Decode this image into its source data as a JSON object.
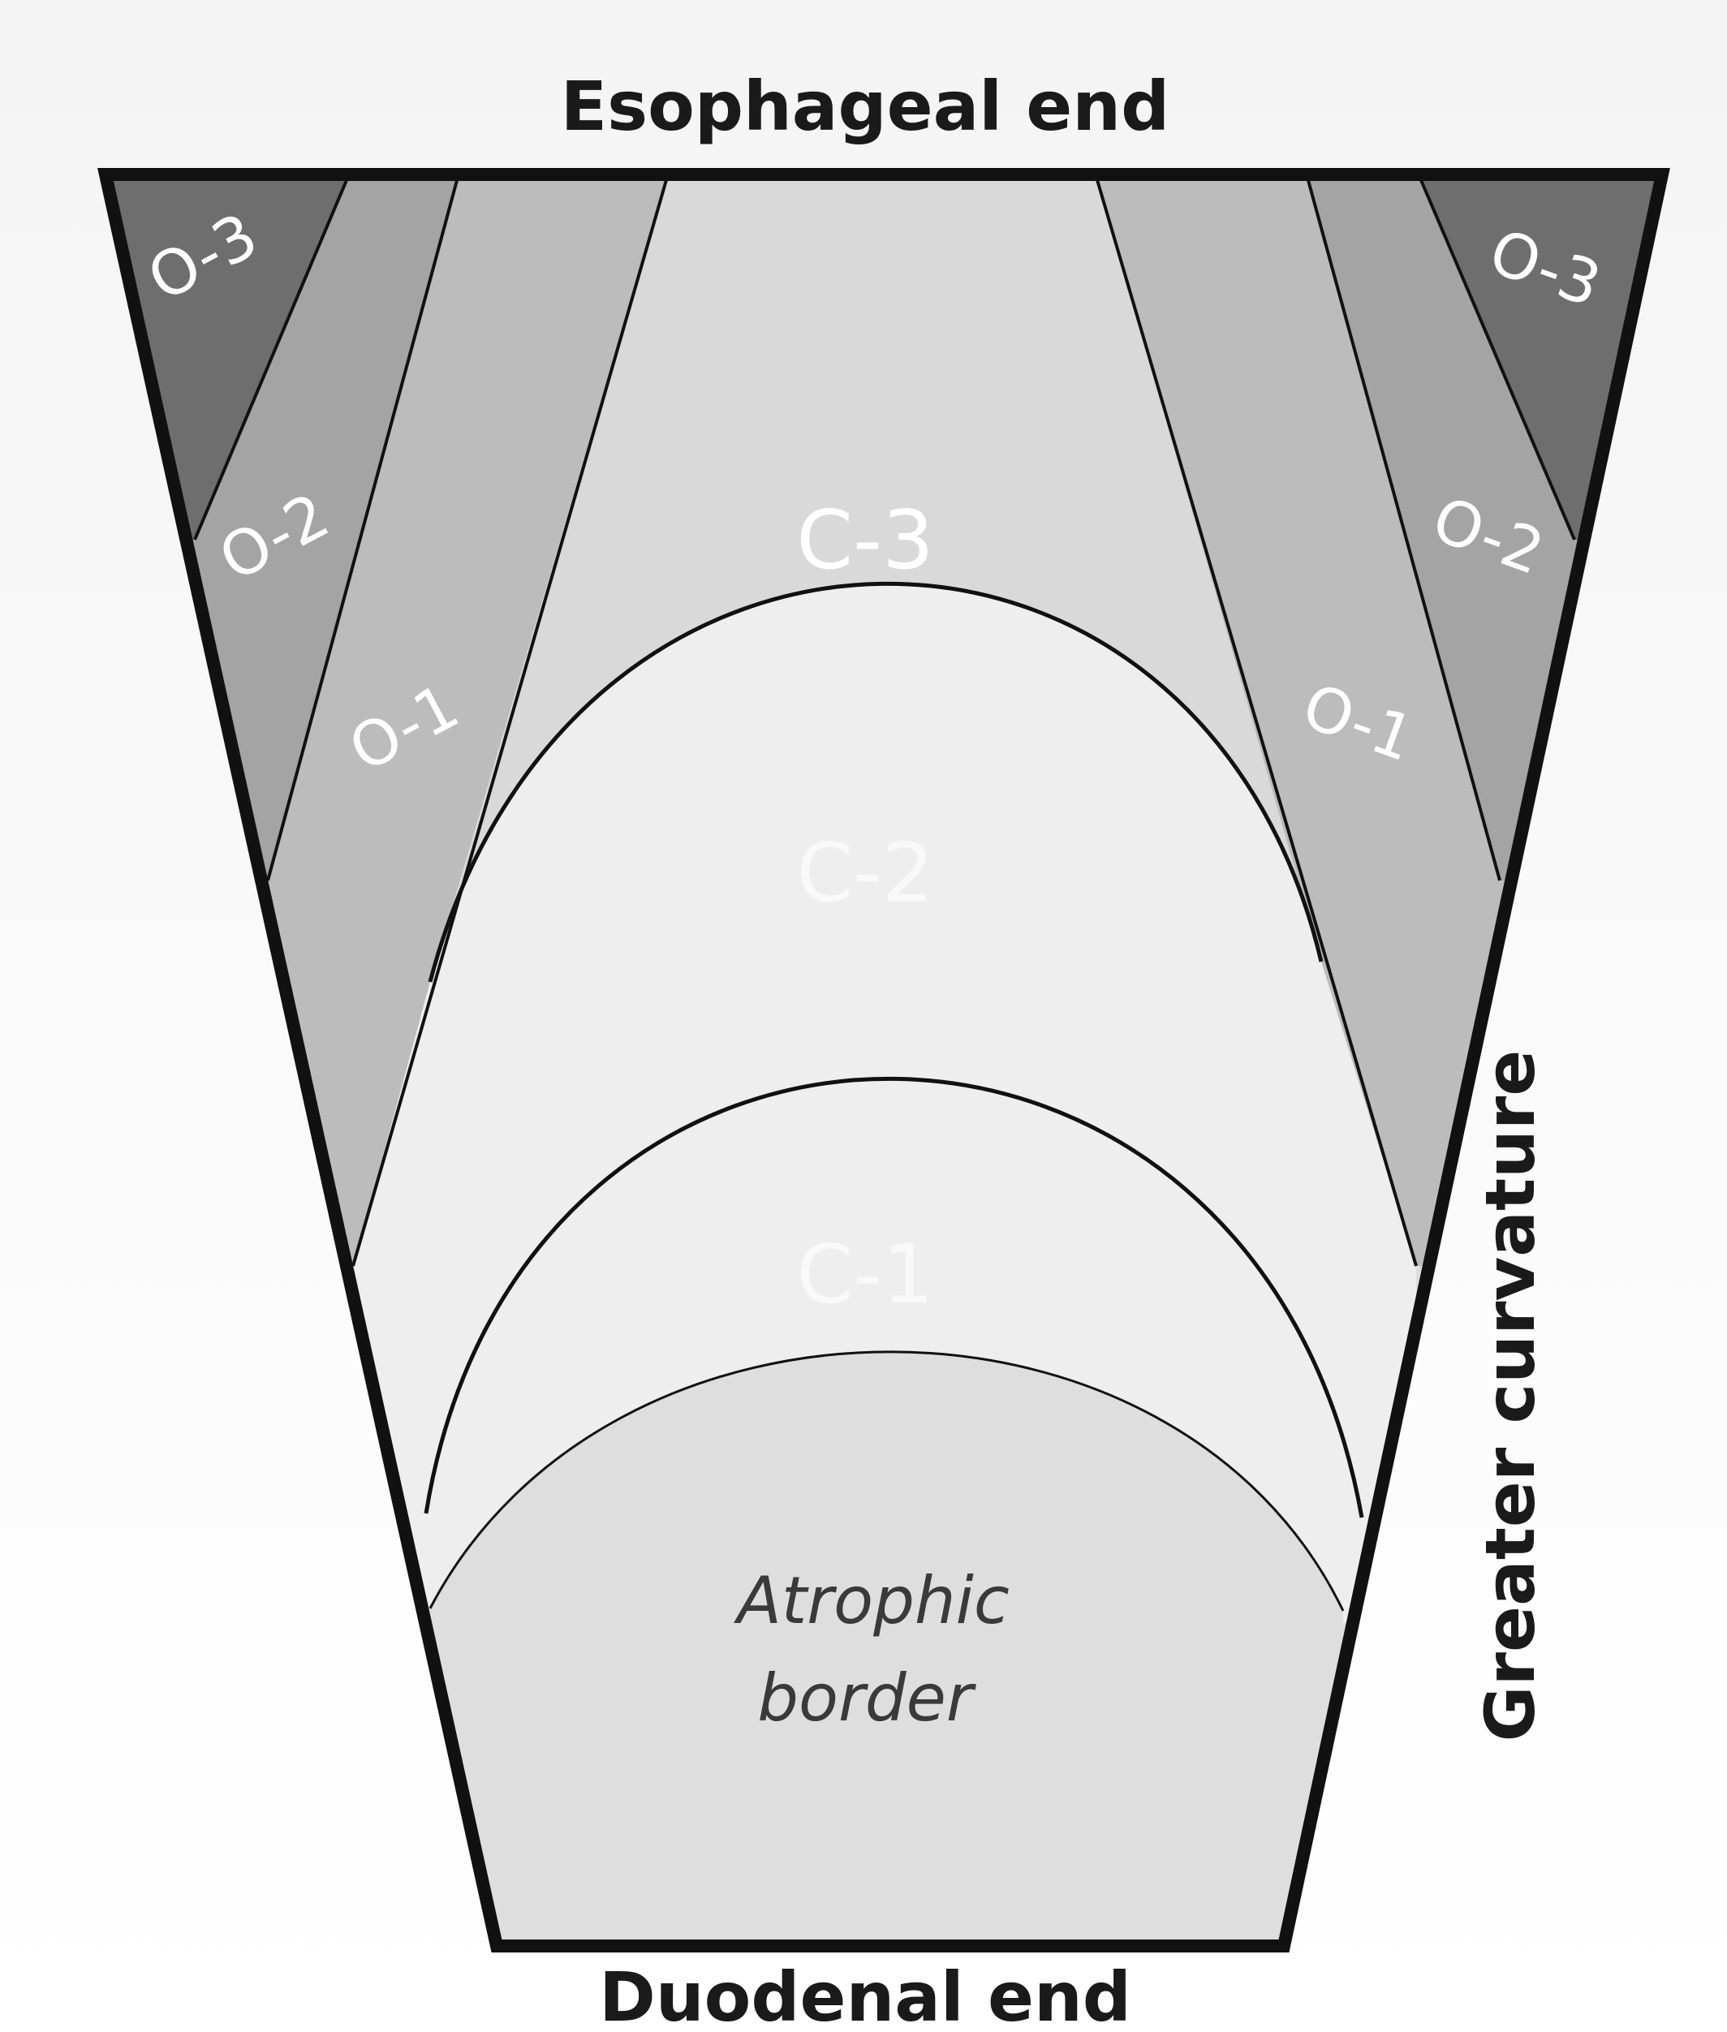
{
  "labels": {
    "top": "Esophageal end",
    "bottom": "Duodenal end",
    "side": "Greater curvature",
    "atrophic_line1": "Atrophic",
    "atrophic_line2": "border"
  },
  "zones": {
    "o3": "O-3",
    "o2": "O-2",
    "o1": "O-1",
    "c3": "C-3",
    "c2": "C-2",
    "c1": "C-1"
  },
  "colors": {
    "o3": "#6e6e6e",
    "o2": "#a4a4a4",
    "o1": "#bcbcbc",
    "c3": "#d9d9d9",
    "c2": "#eeeeee",
    "c1": "#eeeeee",
    "atrophic": "#dedede",
    "outline": "#111111"
  }
}
